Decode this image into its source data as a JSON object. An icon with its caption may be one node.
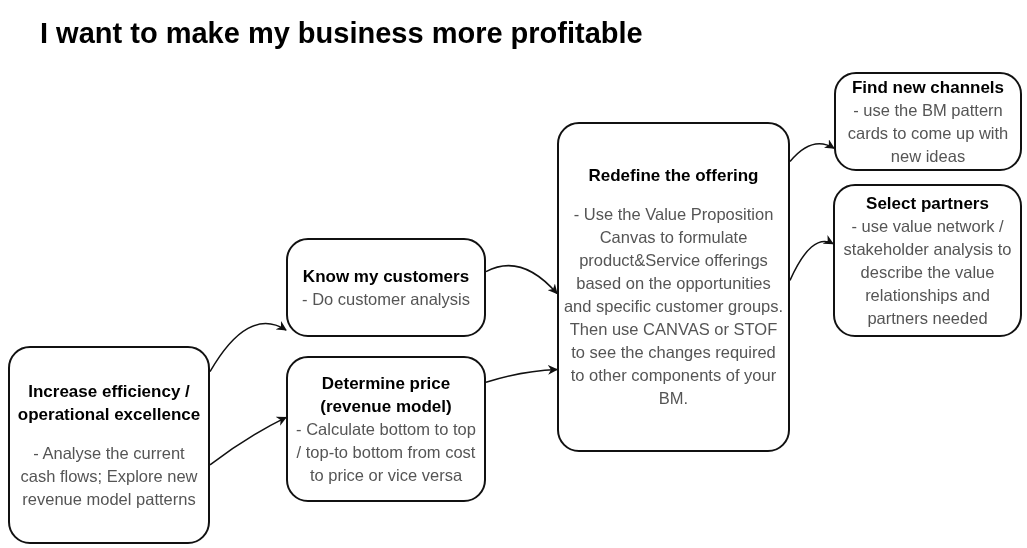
{
  "diagram": {
    "title": "I want to make my business more profitable",
    "nodes": [
      {
        "text": [
          "Increase efficiency / operational excellence",
          "- Analyse the current cash flows; Explore new revenue model patterns"
        ]
      },
      {
        "text": [
          "Know my customers",
          "- Do customer analysis"
        ]
      },
      {
        "text": [
          "Determine price (revenue model)",
          "- Calculate bottom to top / top-to bottom from cost to price or vice versa"
        ]
      },
      {
        "text": [
          "Redefine the offering",
          "- Use the Value Proposition Canvas to formulate product&Service offerings based on the opportunities and specific customer groups. Then use CANVAS or STOF to see the changes required to other components of your BM."
        ]
      },
      {
        "text": [
          "Find new channels",
          "- use the BM pattern cards to come up with new ideas"
        ]
      },
      {
        "text": [
          "Select partners",
          "- use value network / stakeholder analysis to describe the value relationships and partners needed"
        ]
      }
    ],
    "edges": [
      {
        "from": 0,
        "to": 1,
        "arrow": "to"
      },
      {
        "from": 0,
        "to": 2,
        "arrow": "to"
      },
      {
        "from": 1,
        "to": 3,
        "arrow": "to"
      },
      {
        "from": 2,
        "to": 3,
        "arrow": "to"
      },
      {
        "from": 3,
        "to": 4,
        "arrow": "to"
      },
      {
        "from": 3,
        "to": 5,
        "arrow": "to"
      }
    ]
  }
}
